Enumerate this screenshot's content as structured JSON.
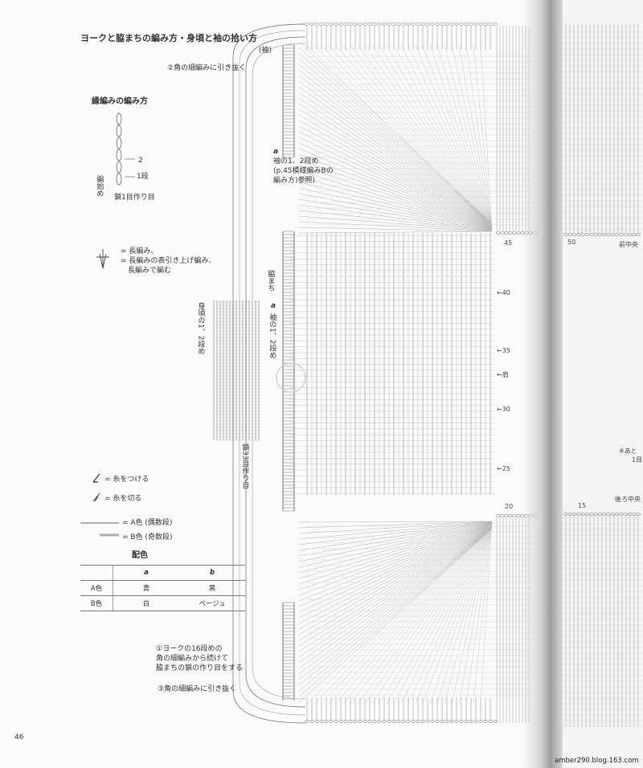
{
  "page": {
    "title": "ヨークと脇まちの編み方・身頃と袖の拾い方",
    "page_number": "46",
    "watermark_url": "amber290.blog.163.com"
  },
  "edging": {
    "title": "縁編みの編み方",
    "row2": "2",
    "row1": "1段",
    "start": "編始め",
    "chain": "鎖1目作り目"
  },
  "notes": {
    "sleeve": "(袖)",
    "step2": "②角の細編みに引き抜く",
    "a1_mark": "a",
    "a1_l1": "袖の1、2段め",
    "a1_l2": "(p.45模様編みBの",
    "a1_l3": "編み方)参照)",
    "body_rows": "身頃の1、2段め",
    "gusset": "脇まち",
    "a2_mark": "a",
    "a2_rows": "袖の1、2段め",
    "chain33": "鎖33目作り目",
    "step1_l1": "①ヨークの16段めの",
    "step1_l2": "角の細編みから続けて",
    "step1_l3": "脇まちの鎖の作り目をする",
    "step3": "③角の細編みに引き抜く"
  },
  "legend": {
    "dc_l1": "= 長編み、",
    "dc_l2": "= 長編みの表引き上げ編み、",
    "dc_l3": "長編みで編む",
    "attach": "= 糸をつける",
    "cut": "= 糸を切る",
    "colorA": "= A色 (偶数段)",
    "colorB": "= B色 (奇数段)"
  },
  "color_table": {
    "title": "配色",
    "headers": [
      "",
      "a",
      "b"
    ],
    "rows": [
      [
        "A色",
        "青",
        "黒"
      ],
      [
        "B色",
        "白",
        "ベージュ"
      ]
    ]
  },
  "row_numbers": [
    "45",
    "40",
    "35",
    "肩",
    "30",
    "25",
    "20"
  ],
  "right_page": {
    "n50": "50",
    "front_center": "前中央",
    "note": "※あと",
    "note_num": "1目",
    "back_center": "後ろ中央",
    "n15": "15"
  },
  "colors": {
    "ink": "#444444",
    "colorA_line": "#666666",
    "colorB_line": "#aaaaaa"
  }
}
